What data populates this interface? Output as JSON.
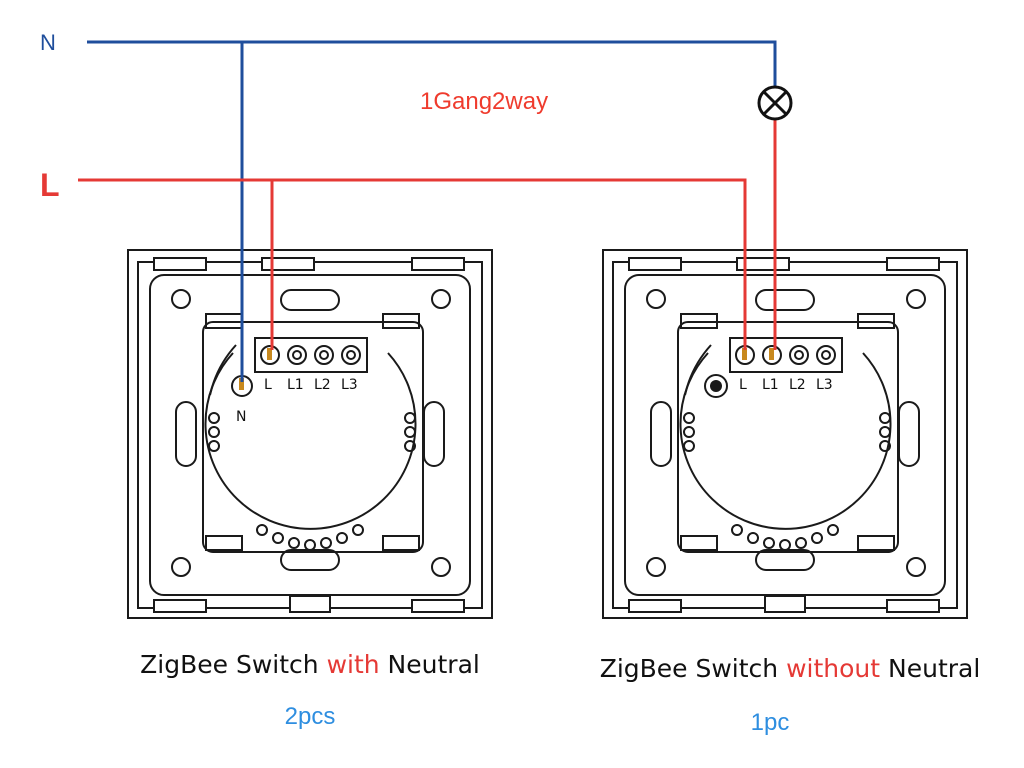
{
  "wire_labels": {
    "neutral": "N",
    "live": "L"
  },
  "title": "1Gang2way",
  "colors": {
    "neutral_wire": "#1f4e9c",
    "live_wire": "#e53935",
    "quantity": "#2e8ee0",
    "frame": "#1a1a1a",
    "terminal_fill": "#c8891e"
  },
  "switches": [
    {
      "caption_prefix": "ZigBee Switch ",
      "caption_emphasis": "with",
      "caption_suffix": " Neutral",
      "quantity": "2pcs",
      "neutral_terminal": "N",
      "terminals": [
        "L",
        "L1",
        "L2",
        "L3"
      ]
    },
    {
      "caption_prefix": "ZigBee Switch ",
      "caption_emphasis": "without",
      "caption_suffix": " Neutral",
      "quantity": "1pc",
      "terminals": [
        "L",
        "L1",
        "L2",
        "L3"
      ]
    }
  ],
  "lamp_icon": "lamp-icon"
}
